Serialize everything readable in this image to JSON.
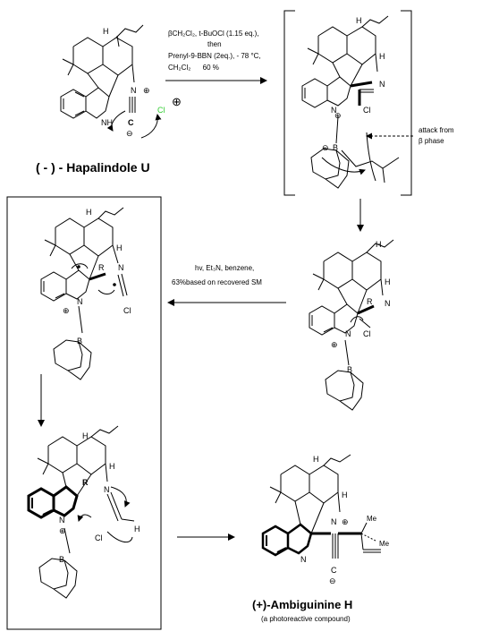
{
  "step1": {
    "conditions": [
      "βCH₂Cl₂, t-BuOCl (1.15 eq.),",
      "then",
      "Prenyl-9-BBN (2eq.), - 78 °C,",
      "CH₂Cl₂      60 %"
    ]
  },
  "start_compound": {
    "name": "( - ) - Hapalindole U",
    "counter_ion": "Cl",
    "isonitrile_c": "C",
    "charges": [
      "⊕",
      "⊖"
    ]
  },
  "intermediate1": {
    "attack_note": [
      "attack from",
      "β phase"
    ],
    "atoms": {
      "N1": "N",
      "N2": "N",
      "Cl": "Cl",
      "B": "B",
      "H": "H"
    }
  },
  "step2": {
    "conditions": [
      "hv, Et₃N, benzene,",
      "63%based on recovered SM"
    ]
  },
  "intermediate2": {
    "atoms": {
      "R": "R",
      "N": "N",
      "Cl": "Cl",
      "B": "B",
      "H": "H"
    }
  },
  "intermediate3": {
    "atoms": {
      "R": "R",
      "N": "N",
      "Cl": "Cl",
      "B": "B",
      "H": "H"
    }
  },
  "intermediate4": {
    "atoms": {
      "R": "R",
      "N": "N",
      "Cl": "Cl",
      "B": "B",
      "H": "H"
    }
  },
  "product": {
    "name": "(+)-Ambiguinine H",
    "note": "(a photoreactive compound)",
    "atoms": {
      "N1": "N",
      "N2": "N",
      "C": "C",
      "Me1": "Me",
      "Me2": "Me",
      "H": "H"
    }
  }
}
